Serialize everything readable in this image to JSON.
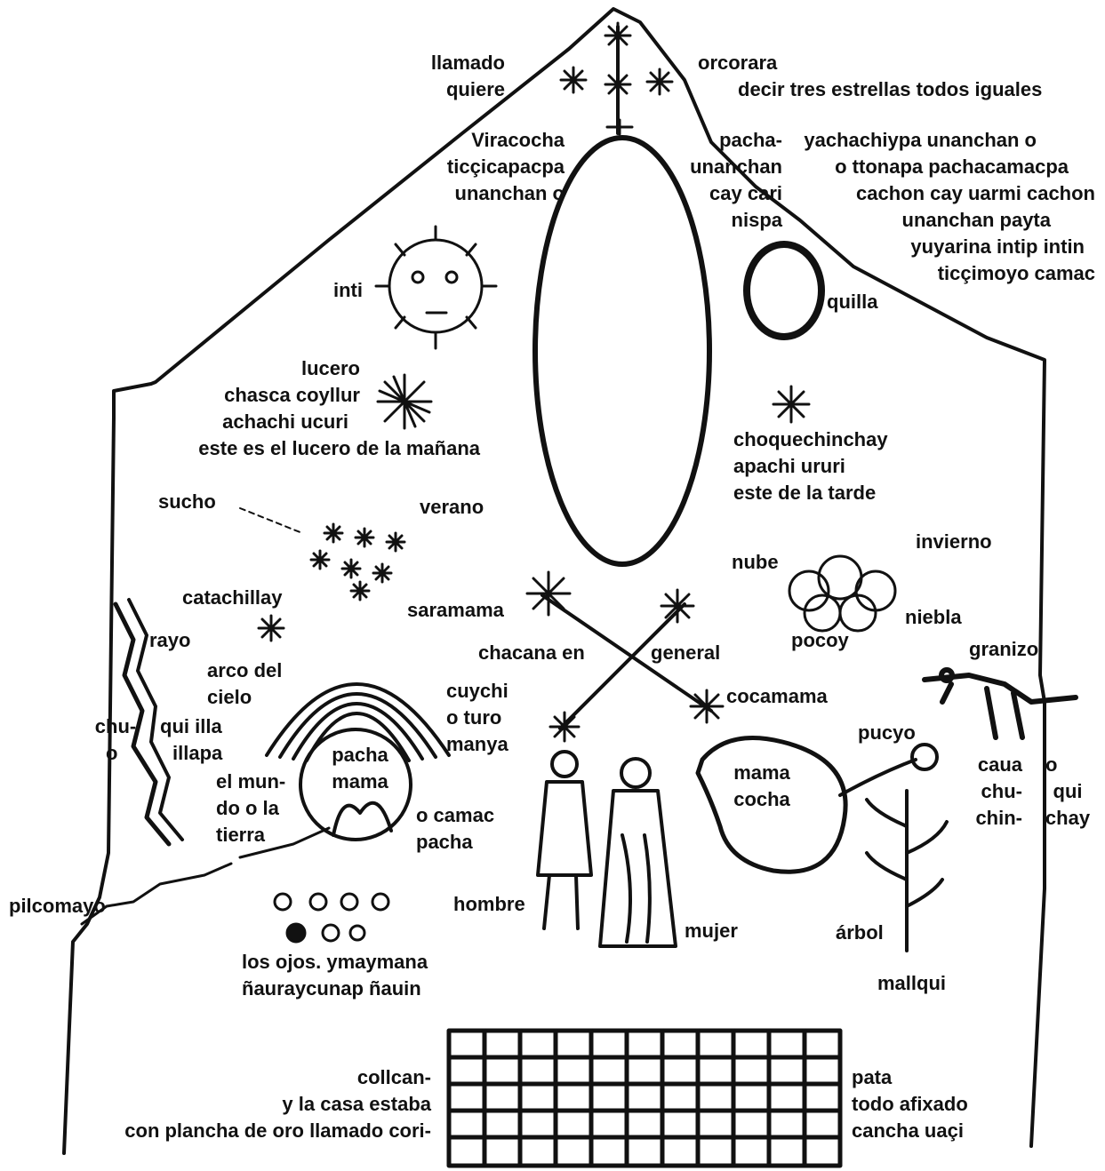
{
  "labels": {
    "llamado_quiere": [
      "llamado",
      "quiere"
    ],
    "orcorara": [
      "orcorara",
      "decir tres estrellas todos iguales"
    ],
    "viracocha": [
      "Viracocha",
      "ticçicapacpa",
      "unanchan o"
    ],
    "pacha_unanchan": [
      "pacha-",
      "unanchan",
      "cay cari",
      "nispa"
    ],
    "yachachiypa": [
      "yachachiypa unanchan o",
      "o ttonapa pachacamacpa",
      "cachon cay uarmi cachon",
      "unanchan payta",
      "yuyarina intip intin",
      "ticçimoyo camac"
    ],
    "inti": [
      "inti"
    ],
    "quilla": [
      "quilla"
    ],
    "lucero": [
      "lucero",
      "chasca coyllur",
      "achachi ucuri",
      "este es el lucero de la mañana"
    ],
    "choquechinchay": [
      "choquechinchay",
      "apachi ururi",
      "este de la tarde"
    ],
    "sucho": [
      "sucho"
    ],
    "verano": [
      "verano"
    ],
    "invierno": [
      "invierno"
    ],
    "nube": [
      "nube"
    ],
    "niebla": [
      "niebla"
    ],
    "pocoy": [
      "pocoy"
    ],
    "catachillay": [
      "catachillay"
    ],
    "saramama": [
      "saramama"
    ],
    "rayo": [
      "rayo"
    ],
    "chacana_en": [
      "chacana en"
    ],
    "general": [
      "general"
    ],
    "granizo": [
      "granizo"
    ],
    "arco_del_cielo": [
      "arco del",
      "cielo"
    ],
    "cuychi": [
      "cuychi",
      "o turo",
      "manya"
    ],
    "cocamama": [
      "cocamama"
    ],
    "chu_o": [
      "chu-",
      "o"
    ],
    "qui_illa": [
      "qui illa",
      "illapa"
    ],
    "pacha_mama": [
      "pacha",
      "mama"
    ],
    "pucyo": [
      "pucyo"
    ],
    "mama_cocha": [
      "mama",
      "cocha"
    ],
    "el_mundo": [
      "el mun-",
      "do o la",
      "tierra"
    ],
    "o_camac_pacha": [
      "o camac",
      "pacha"
    ],
    "caua": [
      "caua",
      "chu-",
      "chin-"
    ],
    "o_qui_chay": [
      "o",
      "qui",
      "chay"
    ],
    "pilcomayo": [
      "pilcomayo"
    ],
    "hombre": [
      "hombre"
    ],
    "mujer": [
      "mujer"
    ],
    "arbol": [
      "árbol"
    ],
    "los_ojos": [
      "los ojos. ymaymana",
      "ñauraycunap ñauin"
    ],
    "mallqui": [
      "mallqui"
    ],
    "collcan": [
      "collcan-",
      "y la casa estaba",
      "con plancha de oro llamado cori-"
    ],
    "pata": [
      "pata",
      "todo afixado",
      "cancha uaçi"
    ]
  },
  "colors": {
    "ink": "#111111",
    "paper": "#ffffff"
  },
  "icons": [
    "star-icon",
    "sun-face-icon",
    "moon-icon",
    "cloud-icon",
    "lightning-icon",
    "rainbow-icon",
    "earth-icon",
    "man-figure-icon",
    "woman-figure-icon",
    "lake-icon",
    "spring-icon",
    "tree-icon",
    "feline-icon",
    "eyes-icon",
    "grid-plate-icon"
  ]
}
